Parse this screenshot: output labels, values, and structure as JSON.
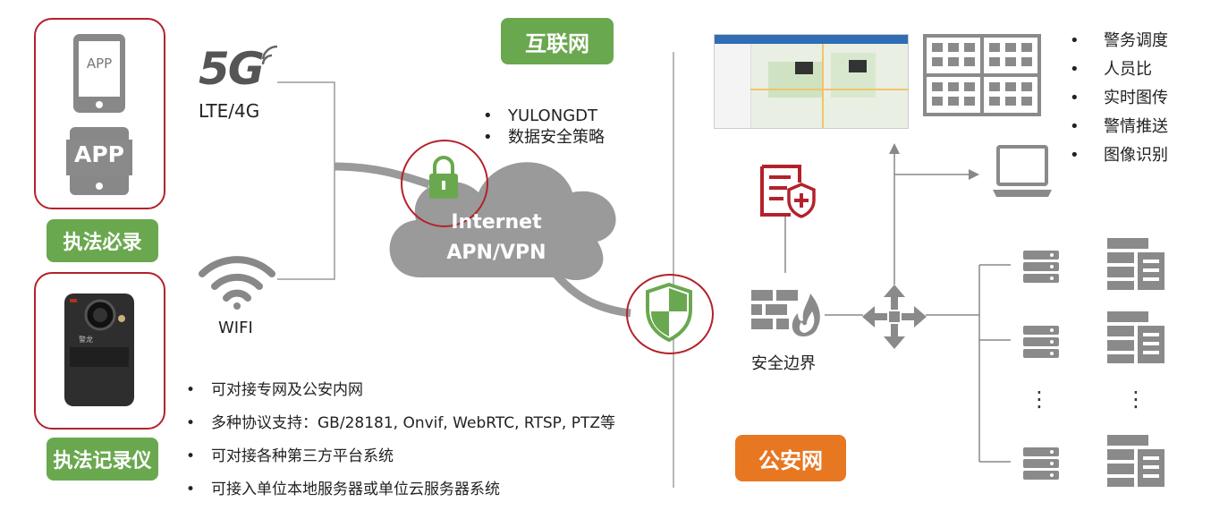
{
  "tags": {
    "internet": "互联网",
    "police_net": "公安网",
    "law_enforcement": "执法必录",
    "recorder": "执法记录仪"
  },
  "app": {
    "icon_top": "APP",
    "icon_bottom": "APP"
  },
  "recorder_brand": "警龙",
  "connectivity": {
    "five_g": "5G",
    "lte": "LTE/4G",
    "wifi": "WIFI"
  },
  "security_notes": [
    "YULONGDT",
    "数据安全策略"
  ],
  "cloud": {
    "line1": "Internet",
    "line2": "APN/VPN"
  },
  "features": [
    "可对接专网及公安内网",
    "多种协议支持：GB/28181, Onvif, WebRTC, RTSP, PTZ等",
    "可对接各种第三方平台系统",
    "可接入单位本地服务器或单位云服务器系统"
  ],
  "security_boundary": "安全边界",
  "services": [
    "警务调度",
    "人员比",
    "实时图传",
    "警情推送",
    "图像识别"
  ],
  "ellipsis": [
    "⋮",
    "⋮"
  ],
  "colors": {
    "green": "#6aa84f",
    "orange": "#e87722",
    "red": "#b3222a",
    "gray": "#8a8a8a",
    "cloud": "#9a9a9a"
  }
}
